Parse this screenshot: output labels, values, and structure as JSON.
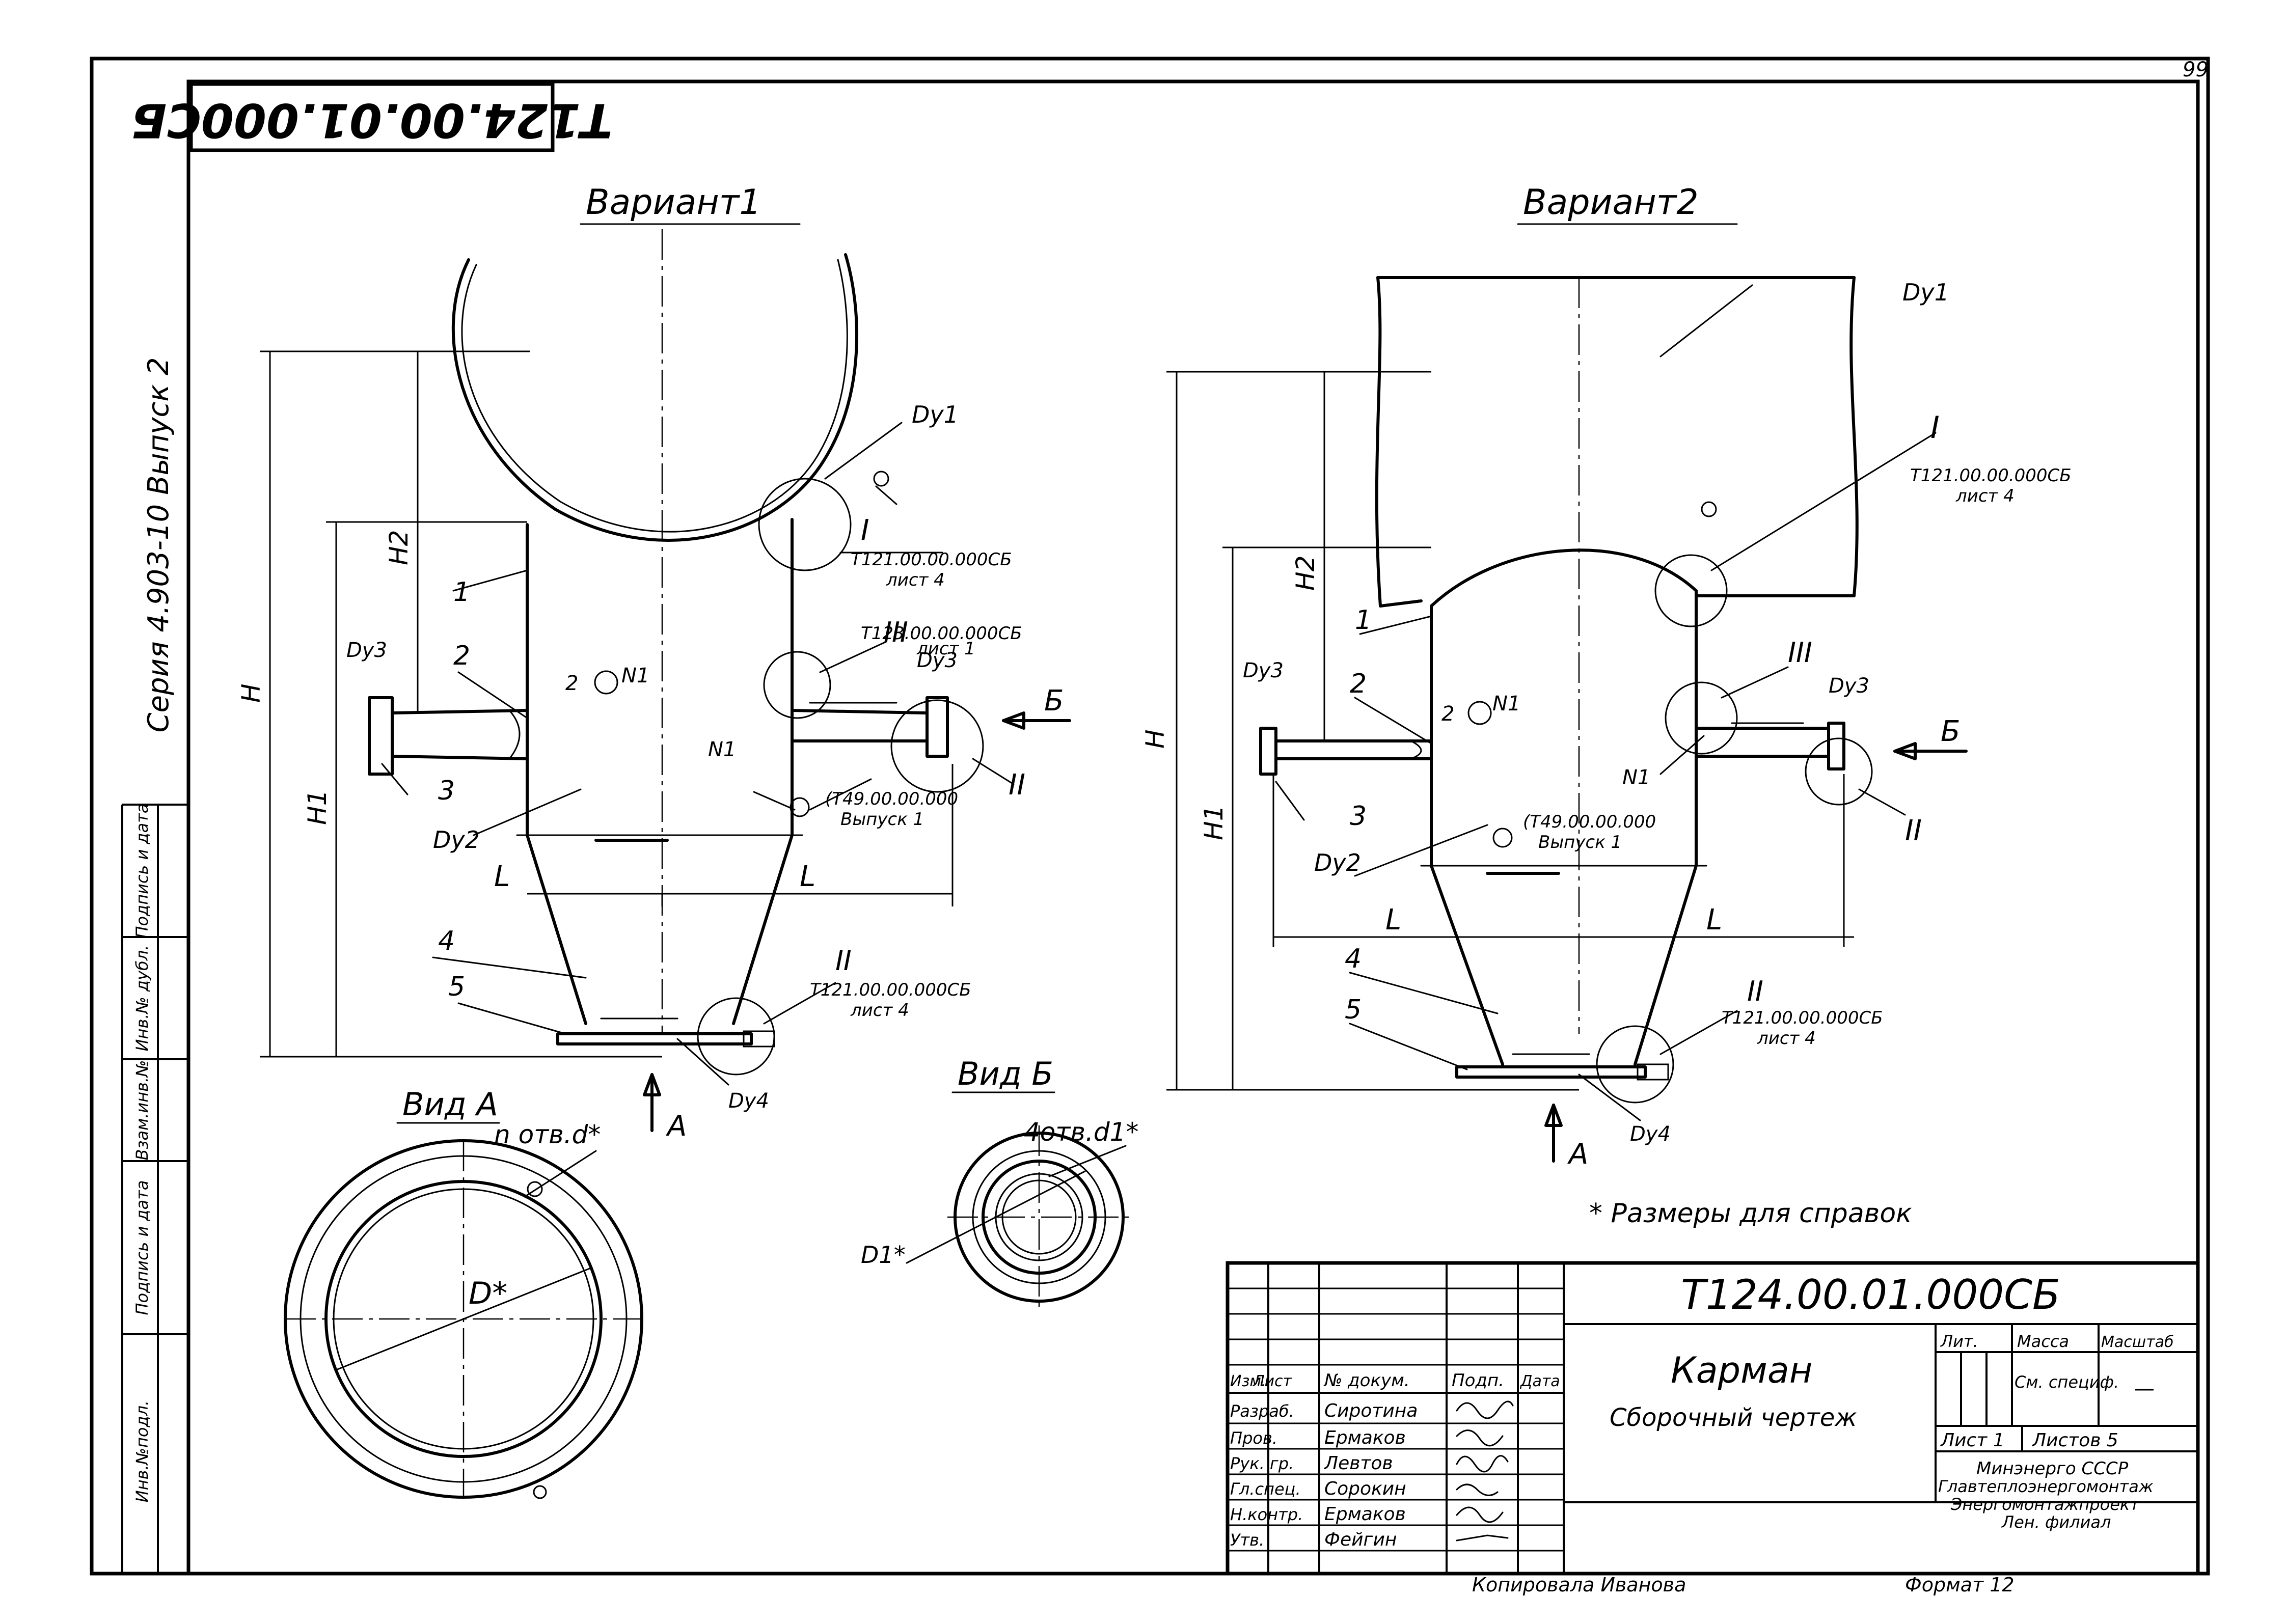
{
  "sheet": {
    "page_number": "99",
    "rotated_designation": "Т124.00.01.000СБ",
    "series": "Серия 4.903-10  Выпуск 2",
    "side_labels": [
      "Инв.№подл.",
      "Подпись и дата",
      "Взам.инв.№",
      "Инв.№ дубл.",
      "Подпись и дата"
    ],
    "footnote": "* Размеры для справок",
    "copied_by": "Копировала Иванова",
    "format": "Формат 12"
  },
  "variant1": {
    "title": "Вариант1",
    "labels": {
      "dy1": "Dу1",
      "dy2": "Dу2",
      "dy3": "Dу3",
      "dy4": "Dу4",
      "H": "H",
      "H1": "H1",
      "H2": "H2",
      "L": "L",
      "p1": "1",
      "p2": "2",
      "p3": "3",
      "p4": "4",
      "p5": "5",
      "n1": "N1",
      "n1b": "N1",
      "two": "2",
      "node_I": "I",
      "node_II": "II",
      "node_III": "III",
      "node_II_bottom": "II",
      "ref_I_a": "Т121.00.00.000СБ",
      "ref_I_b": "лист 4",
      "ref_III_a": "Т123.00.00.000СБ",
      "ref_III_b": "лист 1",
      "ref_II_a": "Т121.00.00.000СБ",
      "ref_II_b": "лист 4",
      "ref_t49_a": "(Т49.00.00.000",
      "ref_t49_b": "Выпуск 1",
      "arrow_B": "Б",
      "arrow_A": "А"
    }
  },
  "variant2": {
    "title": "Вариант2",
    "labels": {
      "dy1": "Dу1",
      "dy2": "Dу2",
      "dy3": "Dу3",
      "dy3b": "Dу3",
      "dy4": "Dу4",
      "H": "H",
      "H1": "H1",
      "H2": "H2",
      "L": "L",
      "p1": "1",
      "p2": "2",
      "p3": "3",
      "p4": "4",
      "p5": "5",
      "n1": "N1",
      "n1b": "N1",
      "two": "2",
      "node_I": "I",
      "node_II": "II",
      "node_III": "III",
      "node_II_bottom": "II",
      "ref_I_a": "Т121.00.00.000СБ",
      "ref_I_b": "лист 4",
      "ref_II_a": "Т121.00.00.000СБ",
      "ref_II_b": "лист 4",
      "ref_t49_a": "(Т49.00.00.000",
      "ref_t49_b": "Выпуск 1",
      "arrow_B": "Б",
      "arrow_A": "А"
    }
  },
  "viewA": {
    "title": "Вид А",
    "holes": "n отв.d*",
    "diameter": "D*"
  },
  "viewB": {
    "title": "Вид Б",
    "holes": "4отв.d1*",
    "diameter": "D1*"
  },
  "title_block": {
    "designation": "Т124.00.01.000СБ",
    "name": "Карман",
    "doc_type": "Сборочный чертеж",
    "header": {
      "izm": "Изм.",
      "list": "Лист",
      "doc": "№ докум.",
      "sign": "Подп.",
      "date": "Дата"
    },
    "rows": [
      {
        "role": "Разраб.",
        "name": "Сиротина"
      },
      {
        "role": "Пров.",
        "name": "Ермаков"
      },
      {
        "role": "Рук. гр.",
        "name": "Левтов"
      },
      {
        "role": "Гл.спец.",
        "name": "Сорокин"
      },
      {
        "role": "Н.контр.",
        "name": "Ермаков"
      },
      {
        "role": "Утв.",
        "name": "Фейгин"
      }
    ],
    "lit": "Лит.",
    "mass": "Масса",
    "scale": "Масштаб",
    "mass_value": "См. специф.",
    "scale_value": "—",
    "sheet_label": "Лист 1",
    "sheets_label": "Листов 5",
    "org": [
      "Минэнерго СССР",
      "Главтеплоэнергомонтаж",
      "Энергомонтажпроект",
      "Лен. филиал"
    ]
  }
}
